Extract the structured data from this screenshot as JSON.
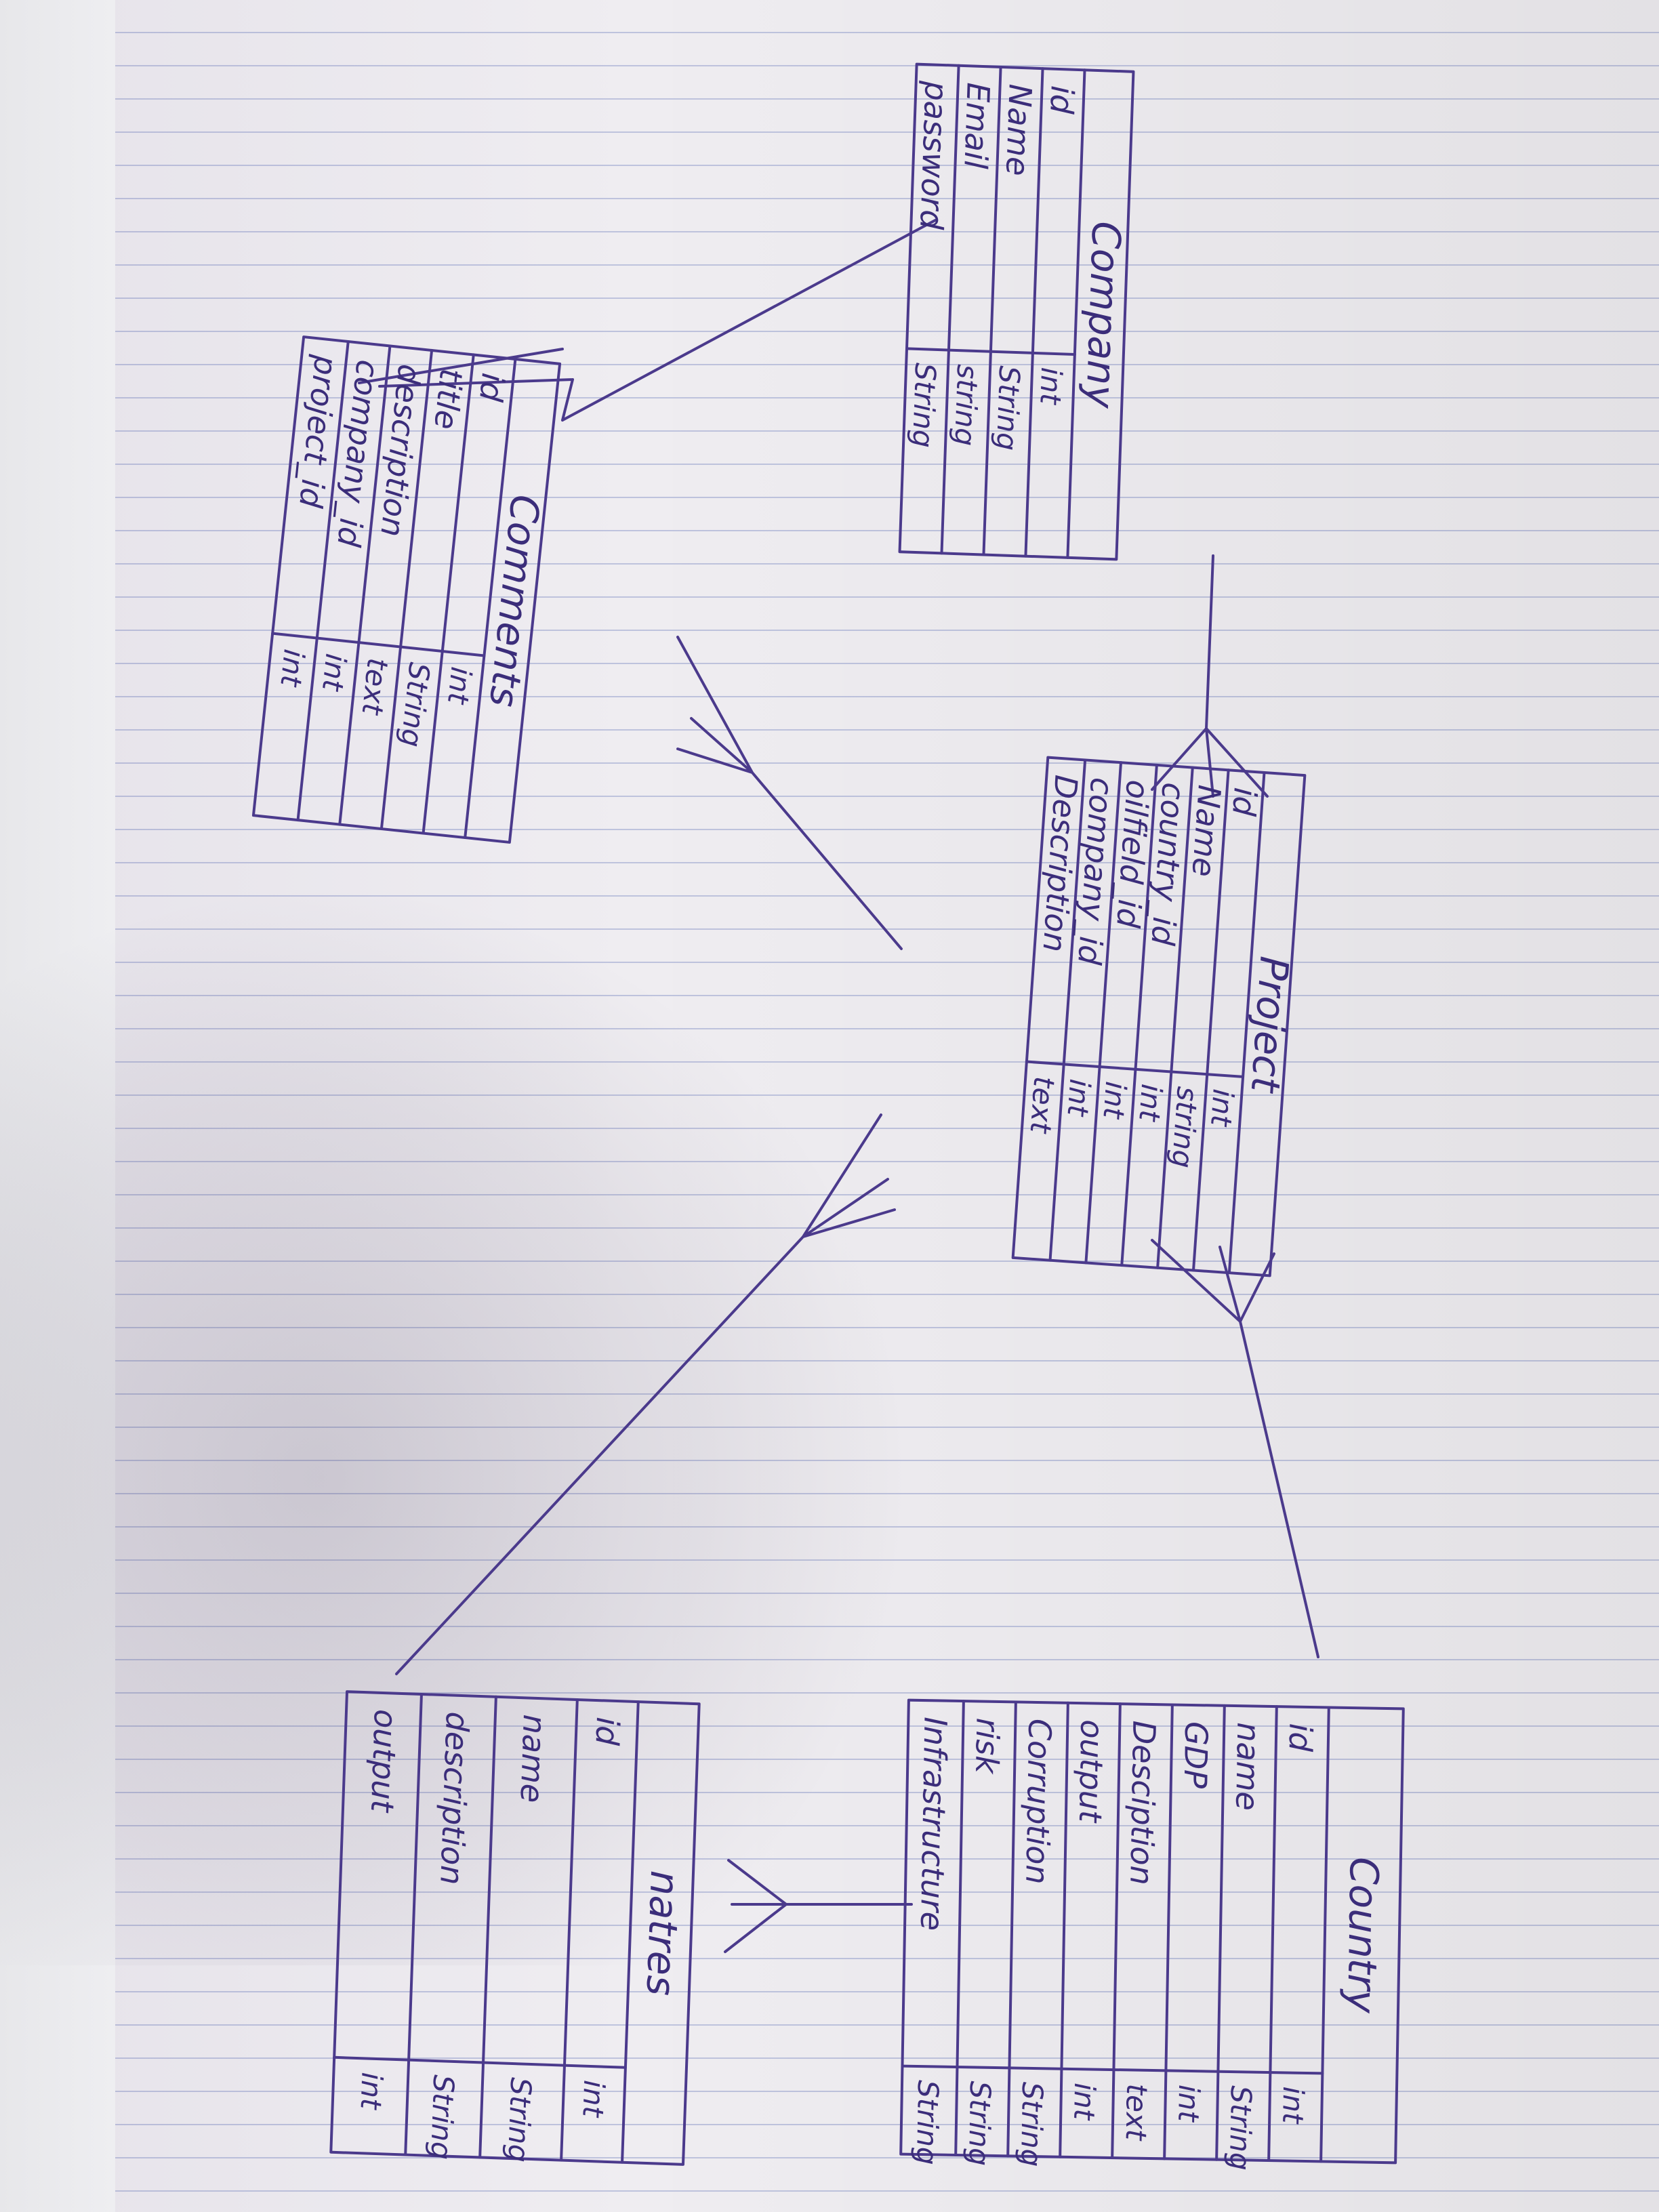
{
  "entities": [
    {
      "key": "company",
      "title": "Company",
      "attributes": [
        {
          "name": "id",
          "type": "int"
        },
        {
          "name": "Name",
          "type": "String"
        },
        {
          "name": "Email",
          "type": "string"
        },
        {
          "name": "password",
          "type": "String"
        }
      ]
    },
    {
      "key": "comments",
      "title": "Comments",
      "attributes": [
        {
          "name": "id",
          "type": "int"
        },
        {
          "name": "title",
          "type": "String"
        },
        {
          "name": "description",
          "type": "text"
        },
        {
          "name": "company_id",
          "type": "int"
        },
        {
          "name": "project_id",
          "type": "int"
        }
      ]
    },
    {
      "key": "project",
      "title": "Project",
      "attributes": [
        {
          "name": "id",
          "type": "int"
        },
        {
          "name": "Name",
          "type": "string"
        },
        {
          "name": "country_id",
          "type": "int"
        },
        {
          "name": "oilfield_id",
          "type": "int"
        },
        {
          "name": "company_id",
          "type": "int"
        },
        {
          "name": "Description",
          "type": "text"
        }
      ]
    },
    {
      "key": "natres",
      "title": "natres",
      "attributes": [
        {
          "name": "id",
          "type": "int"
        },
        {
          "name": "name",
          "type": "String"
        },
        {
          "name": "description",
          "type": "String"
        },
        {
          "name": "output",
          "type": "int"
        }
      ]
    },
    {
      "key": "country",
      "title": "Country",
      "attributes": [
        {
          "name": "id",
          "type": "int"
        },
        {
          "name": "name",
          "type": "String"
        },
        {
          "name": "GDP",
          "type": "int"
        },
        {
          "name": "Desciption",
          "type": "text"
        },
        {
          "name": "output",
          "type": "int"
        },
        {
          "name": "Corruption",
          "type": "String"
        },
        {
          "name": "risk",
          "type": "String"
        },
        {
          "name": "Infrastructure",
          "type": "String"
        }
      ]
    }
  ],
  "relationships": [
    {
      "from": "company",
      "to": "project",
      "cardinality": "one-to-many"
    },
    {
      "from": "company",
      "to": "comments",
      "cardinality": "one-to-many"
    },
    {
      "from": "project",
      "to": "comments",
      "cardinality": "one-to-many"
    },
    {
      "from": "natres",
      "to": "project",
      "cardinality": "one-to-many"
    },
    {
      "from": "country",
      "to": "project",
      "cardinality": "one-to-many"
    },
    {
      "from": "country",
      "to": "natres",
      "cardinality": "one-to-many"
    }
  ]
}
